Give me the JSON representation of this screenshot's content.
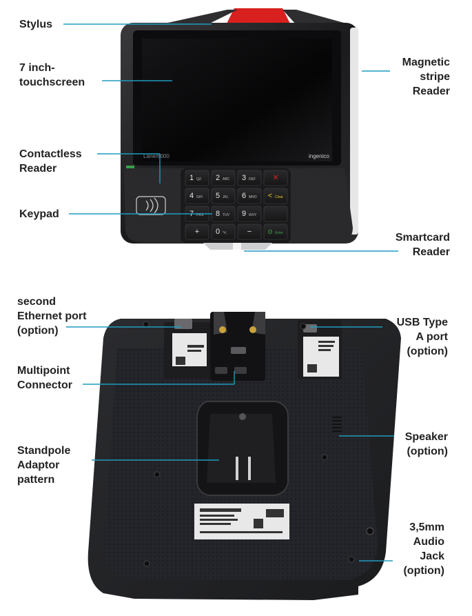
{
  "brand": {
    "model": "Lane/8000",
    "maker": "ingenico"
  },
  "keypad": {
    "keys": [
      {
        "main": "1",
        "sub": "QZ."
      },
      {
        "main": "2",
        "sub": "ABC"
      },
      {
        "main": "3",
        "sub": "DEF"
      },
      {
        "main": "✕",
        "sub": ""
      },
      {
        "main": "4",
        "sub": "GHI"
      },
      {
        "main": "5",
        "sub": "JKL"
      },
      {
        "main": "6",
        "sub": "MNO"
      },
      {
        "main": "<",
        "sub": "Clear"
      },
      {
        "main": "7",
        "sub": "PRS"
      },
      {
        "main": "8",
        "sub": "TUV"
      },
      {
        "main": "9",
        "sub": "WXY"
      },
      {
        "main": "",
        "sub": ""
      },
      {
        "main": "+",
        "sub": ""
      },
      {
        "main": "0",
        "sub": "*#,"
      },
      {
        "main": "−",
        "sub": ""
      },
      {
        "main": "o",
        "sub": "Enter"
      }
    ]
  },
  "labels": {
    "stylus": "Stylus",
    "touchscreen": "7 inch-\ntouchscreen",
    "contactless": "Contactless\nReader",
    "keypad": "Keypad",
    "magstripe": "Magnetic\nstripe\nReader",
    "smartcard": "Smartcard\nReader",
    "ethernet": "second\nEthernet port\n(option)",
    "multipoint": "Multipoint\nConnector",
    "standpole": "Standpole\nAdaptor\npattern",
    "usb": "USB Type\nA port\n(option)",
    "speaker": "Speaker\n(option)",
    "audio": "3,5mm\nAudio\nJack\n(option)"
  },
  "colors": {
    "leader_line": "#1e9cc0",
    "stylus_red": "#d8201f",
    "enter_green": "#3aa04a",
    "clear_yellow": "#e6c31e",
    "cancel_red": "#d8201f"
  }
}
